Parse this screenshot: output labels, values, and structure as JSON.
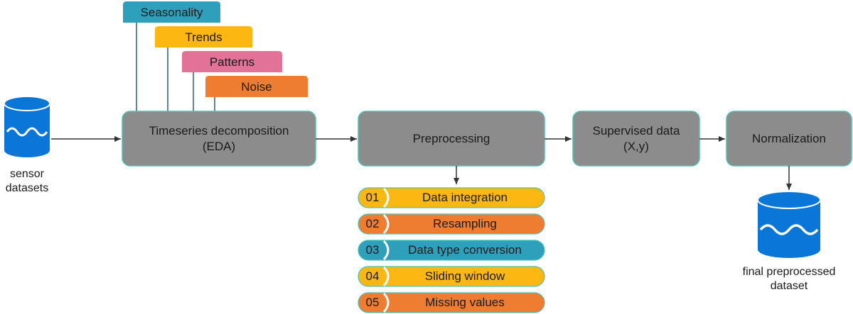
{
  "sources": {
    "input_label": "sensor\ndatasets",
    "output_label": "final preprocessed\ndataset"
  },
  "components": [
    {
      "label": "Seasonality",
      "color": "#2fa0bb"
    },
    {
      "label": "Trends",
      "color": "#fdb713"
    },
    {
      "label": "Patterns",
      "color": "#e27298"
    },
    {
      "label": "Noise",
      "color": "#ef7d31"
    }
  ],
  "boxes": {
    "decomposition": "Timeseries decomposition\n(EDA)",
    "preprocessing": "Preprocessing",
    "supervised": "Supervised data\n(X,y)",
    "normalization": "Normalization"
  },
  "steps": [
    {
      "num": "01",
      "label": "Data integration",
      "color": "#fdb713"
    },
    {
      "num": "02",
      "label": "Resampling",
      "color": "#ef7d31"
    },
    {
      "num": "03",
      "label": "Data type conversion",
      "color": "#2fa0bb"
    },
    {
      "num": "04",
      "label": "Sliding window",
      "color": "#fdb713"
    },
    {
      "num": "05",
      "label": "Missing values",
      "color": "#ef7d31"
    }
  ],
  "colors": {
    "box_fill": "#8c8c8c",
    "box_border": "#4ec3b4",
    "database": "#0a76d8",
    "arrow": "#333333"
  }
}
